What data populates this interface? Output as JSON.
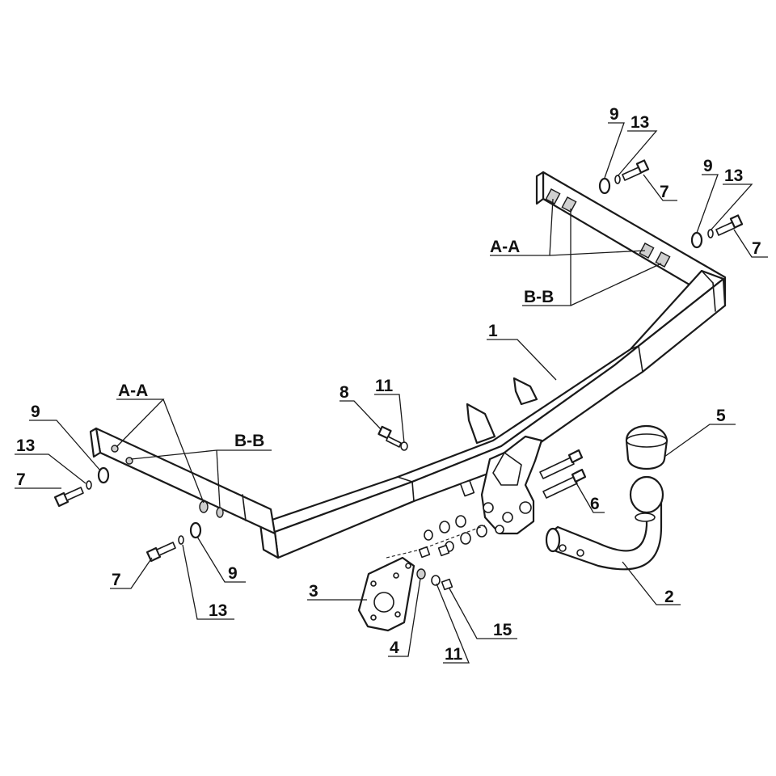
{
  "diagram": {
    "callouts": {
      "c1": "1",
      "c2": "2",
      "c3": "3",
      "c4": "4",
      "c5": "5",
      "c6": "6",
      "c7_top": "7",
      "c7_right": "7",
      "c7_left": "7",
      "c7_bottom": "7",
      "c8": "8",
      "c9_top": "9",
      "c9_right": "9",
      "c9_left": "9",
      "c9_bottom": "9",
      "c11_top": "11",
      "c11_bottom": "11",
      "c13_top": "13",
      "c13_right": "13",
      "c13_left": "13",
      "c13_bottom": "13",
      "c15": "15",
      "aa_right": "A-A",
      "bb_right": "B-B",
      "aa_left": "A-A",
      "bb_left": "B-B"
    }
  }
}
